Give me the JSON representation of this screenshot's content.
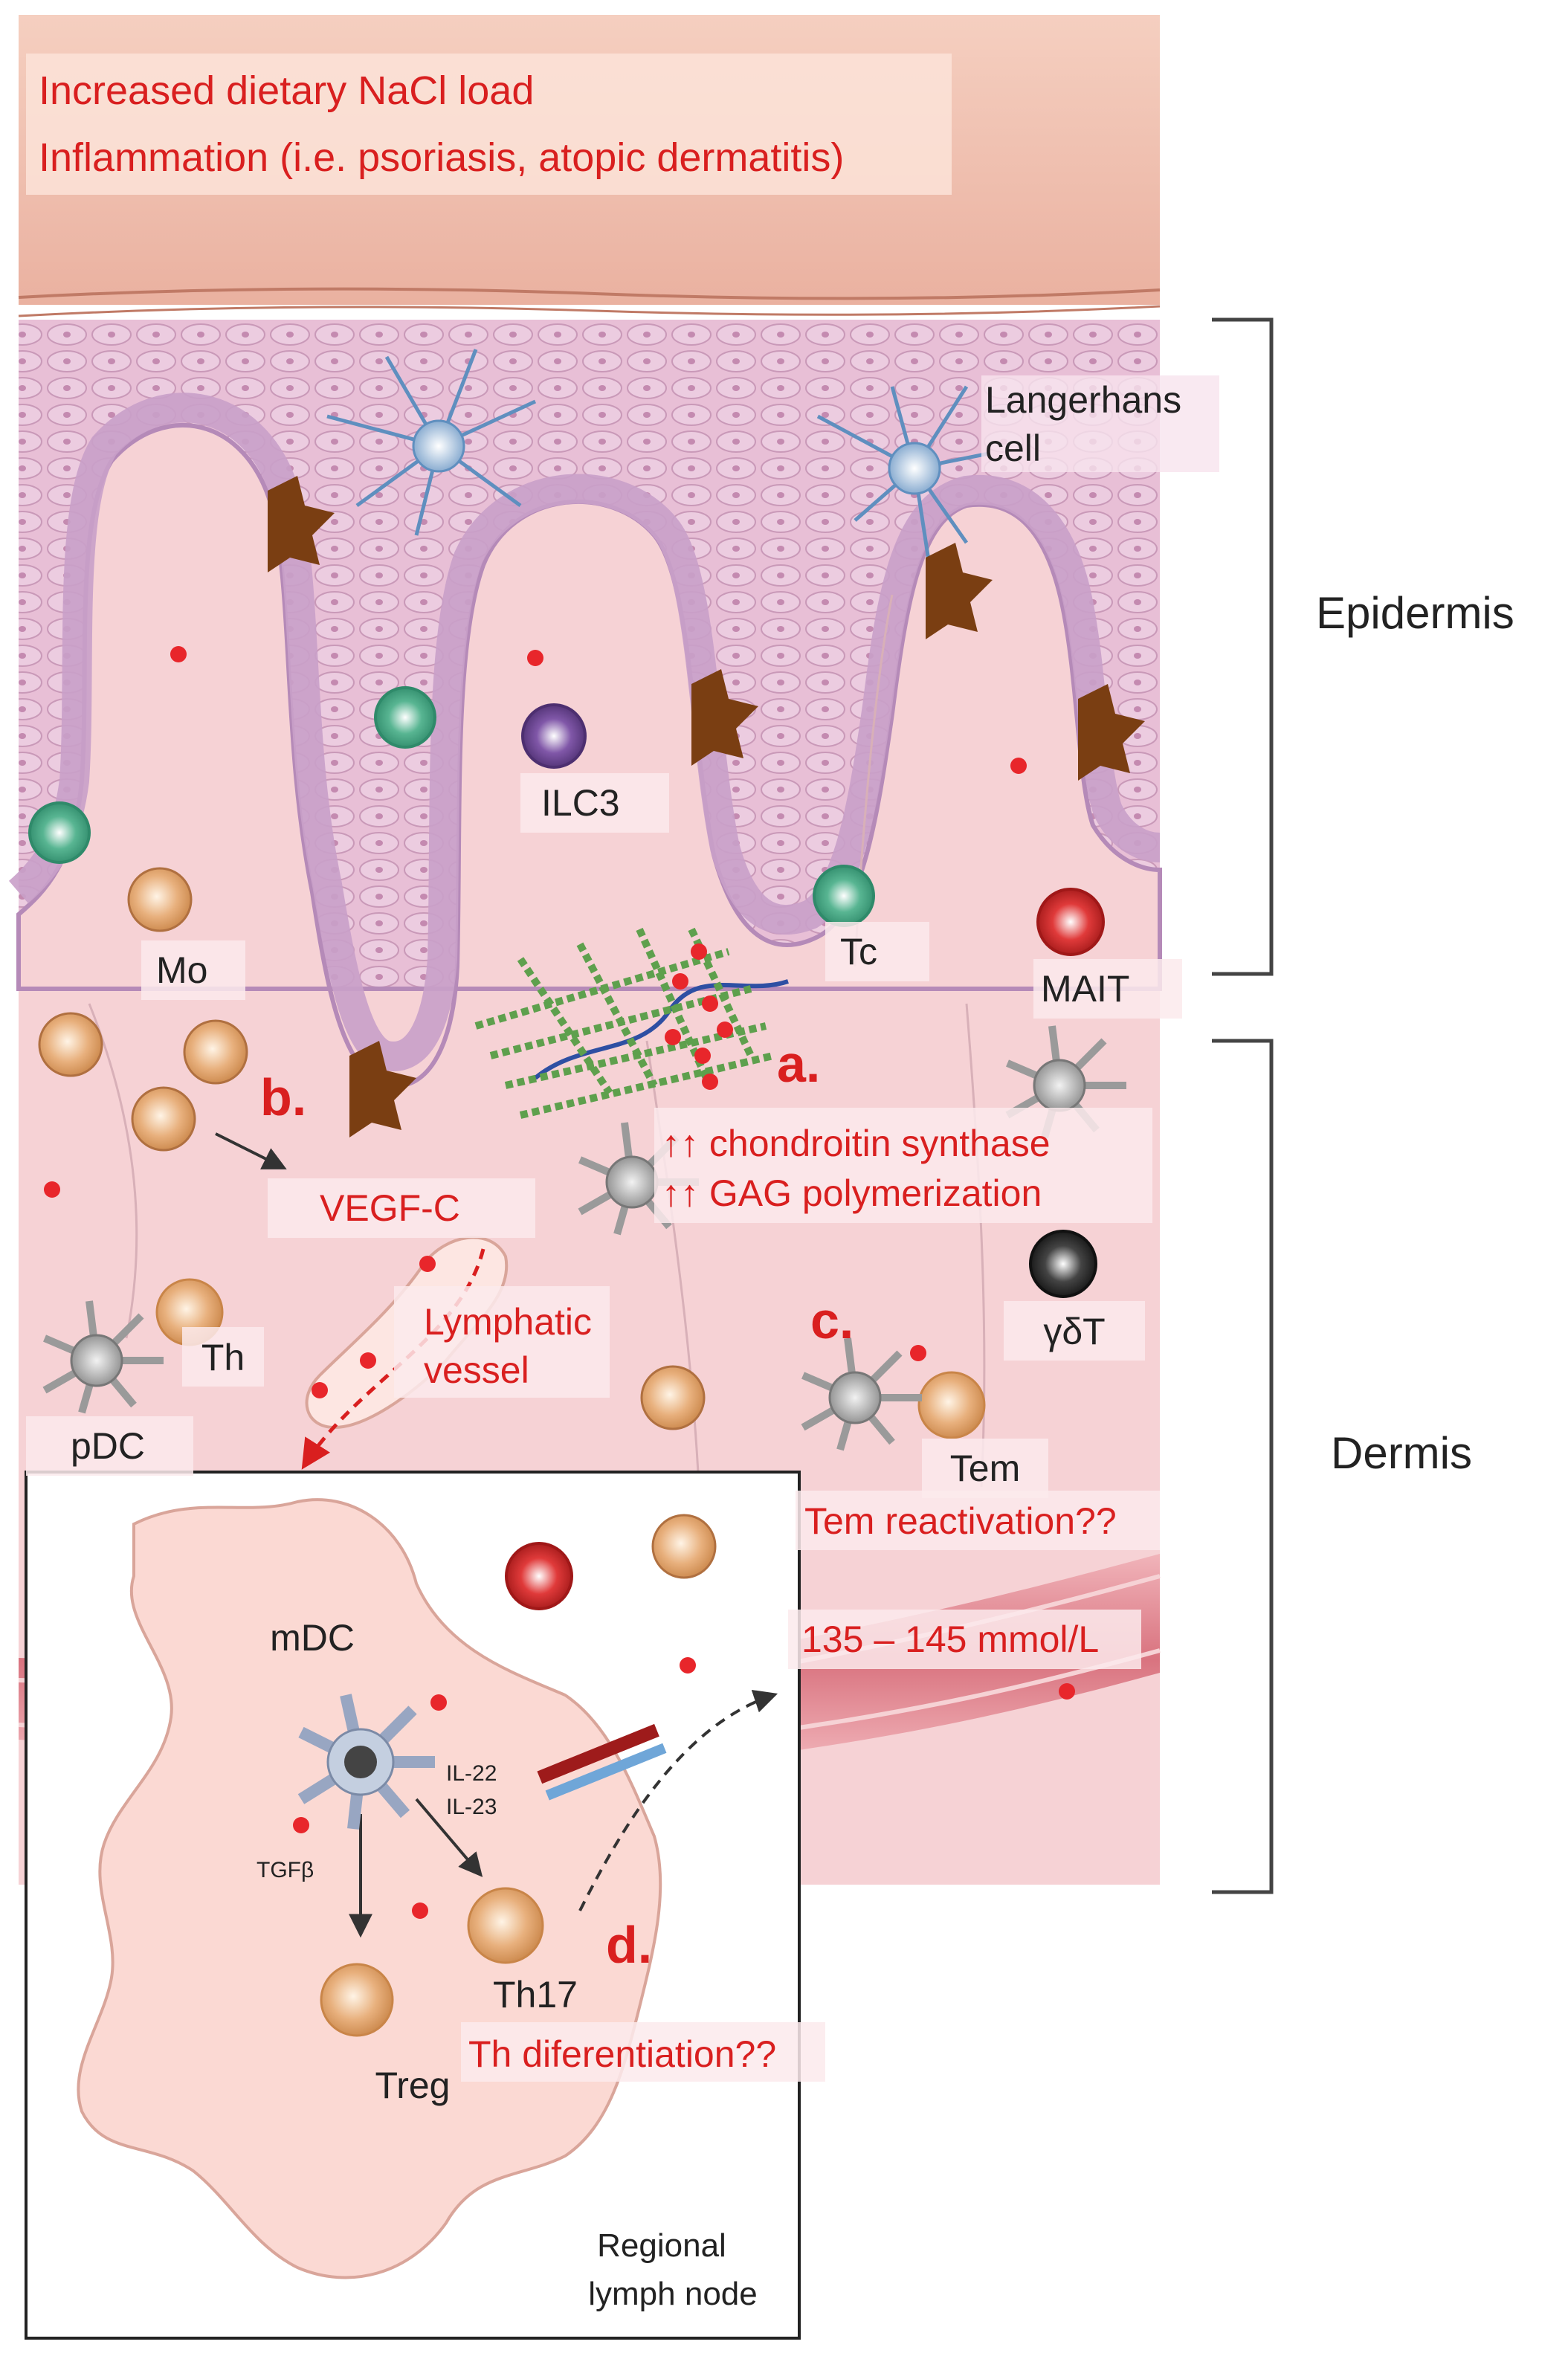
{
  "conditions": {
    "line1": "Increased dietary NaCl load",
    "line2": "Inflammation (i.e. psoriasis, atopic dermatitis)"
  },
  "layers": {
    "epidermis": "Epidermis",
    "dermis": "Dermis"
  },
  "cells": {
    "langerhans_line1": "Langerhans",
    "langerhans_line2": "cell",
    "ilc3": "ILC3",
    "mo": "Mo",
    "tc": "Tc",
    "mait": "MAIT",
    "th": "Th",
    "pdc": "pDC",
    "gdt": "γδT",
    "tem": "Tem",
    "mdc": "mDC",
    "th17": "Th17",
    "treg": "Treg"
  },
  "markers": {
    "a": "a.",
    "b": "b.",
    "c": "c.",
    "d": "d."
  },
  "annotations": {
    "chondroitin": "↑↑ chondroitin synthase",
    "gag": "↑↑ GAG polymerization",
    "vegfc": "VEGF-C",
    "lymphatic_line1": "Lymphatic",
    "lymphatic_line2": "vessel",
    "tem_reactivation": "Tem reactivation??",
    "sodium_conc": "135 – 145 mmol/L",
    "th_diff": "Th diferentiation??",
    "il22": "IL-22",
    "il23": "IL-23",
    "tgfb": "TGFβ"
  },
  "lymph_node": {
    "line1": "Regional",
    "line2": "lymph node"
  },
  "colors": {
    "stratum_corneum": "#f2c6b3",
    "epidermis": "#e8bfd6",
    "basal_cells": "#c9a0c9",
    "dermis": "#f6d2d5",
    "blood_vessel": "#e08a94",
    "lymph_node": "#fbd9d3",
    "accent_red": "#d91f1f",
    "sodium_dot": "#e8262b"
  }
}
